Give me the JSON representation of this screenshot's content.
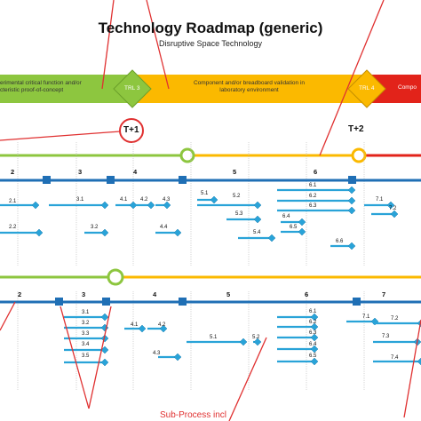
{
  "title": "Technology Roadmap (generic)",
  "subtitle": "Disruptive Space Technology",
  "phases": {
    "green_text": "erimental critical function and/or\ncteristic proof-of-concept",
    "yellow_text": "Component and/or breadboard validation in\nlaboratory environment",
    "red_text": "Compo",
    "trl3": "TRL 3",
    "trl4": "TRL 4"
  },
  "milestones": {
    "t1": "T+1",
    "t2": "T+2"
  },
  "top_panel": {
    "sections": [
      "2",
      "3",
      "4",
      "5",
      "6"
    ],
    "subprocesses": [
      "2.1",
      "2.2",
      "3.1",
      "3.2",
      "4.1",
      "4.2",
      "4.3",
      "4.4",
      "5.1",
      "5.2",
      "5.3",
      "5.4",
      "6.1",
      "6.2",
      "6.3",
      "6.4",
      "6.5",
      "6.6",
      "7.1",
      "7.2"
    ]
  },
  "bottom_panel": {
    "sections": [
      "2",
      "3",
      "4",
      "5",
      "6",
      "7"
    ],
    "subprocesses": [
      "3.1",
      "3.2",
      "3.3",
      "3.4",
      "3.5",
      "4.1",
      "4.2",
      "4.3",
      "5.1",
      "5.2",
      "6.1",
      "6.2",
      "6.3",
      "6.4",
      "6.5",
      "7.1",
      "7.2",
      "7.3",
      "7.4"
    ]
  },
  "bottom_note": "Sub-Process incl",
  "colors": {
    "green": "#8dc63f",
    "yellow": "#fbb900",
    "red": "#e2231a",
    "blue": "#1f6fb5",
    "light_blue": "#29a3d8",
    "annotation": "#e03030"
  }
}
